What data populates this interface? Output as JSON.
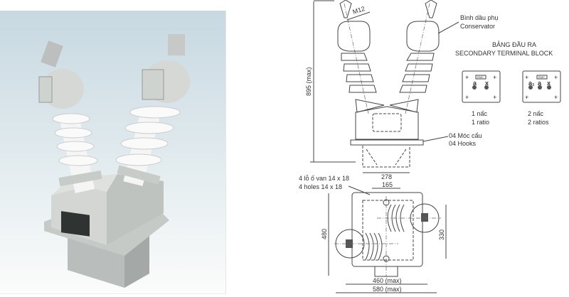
{
  "photo": {
    "nameplate_icon": "nameplate"
  },
  "drawing": {
    "height_dim": "895 (max)",
    "bolt_label": "M12",
    "conservator_vi": "Bình dầu phụ",
    "conservator_en": "Conservator",
    "terminal_title_vi": "BẢNG ĐẦU RA",
    "terminal_title_en": "SECONDARY TERMINAL BLOCK",
    "terminal_1": {
      "badge": "EMC",
      "labels": [
        "a",
        "x"
      ],
      "caption_vi": "1 nấc",
      "caption_en": "1 ratio"
    },
    "terminal_2": {
      "badge": "EMC",
      "labels": [
        "a₁",
        "a",
        "x"
      ],
      "caption_vi": "2 nấc",
      "caption_en": "2 ratios"
    },
    "hooks_vi": "04 Móc cẩu",
    "hooks_en": "04 Hooks",
    "width_278": "278",
    "holes_vi": "4 lỗ ố van 14 x 18",
    "holes_en": "4 holes 14 x 18",
    "dim_165": "165",
    "dim_480": "480",
    "dim_330": "330",
    "dim_460": "460 (max)",
    "dim_580": "580 (max)"
  }
}
